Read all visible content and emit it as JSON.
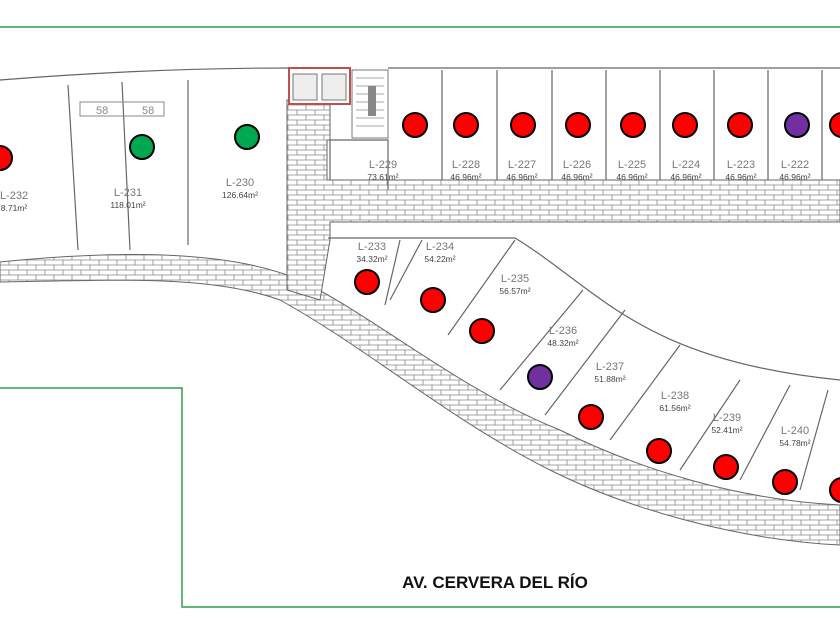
{
  "plan": {
    "street_name": "AV. CERVERA DEL RÍO",
    "parking_numbers": [
      "58",
      "58"
    ],
    "status_colors": {
      "sold": "#ff0000",
      "available": "#00a84f",
      "reserved": "#7030a0"
    },
    "border_color": "#2e9e4e",
    "units": [
      {
        "label": "L-232",
        "area": "8.71m²",
        "status": "sold"
      },
      {
        "label": "L-231",
        "area": "118.01m²",
        "status": "available"
      },
      {
        "label": "L-230",
        "area": "126.64m²",
        "status": "available"
      },
      {
        "label": "L-229",
        "area": "73.61m²",
        "status": "sold"
      },
      {
        "label": "L-228",
        "area": "46.96m²",
        "status": "sold"
      },
      {
        "label": "L-227",
        "area": "46.96m²",
        "status": "sold"
      },
      {
        "label": "L-226",
        "area": "46.96m²",
        "status": "sold"
      },
      {
        "label": "L-225",
        "area": "46.96m²",
        "status": "sold"
      },
      {
        "label": "L-224",
        "area": "46.96m²",
        "status": "sold"
      },
      {
        "label": "L-223",
        "area": "46.96m²",
        "status": "sold"
      },
      {
        "label": "L-222",
        "area": "46.96m²",
        "status": "reserved"
      },
      {
        "label": "L-233",
        "area": "34.32m²",
        "status": "sold"
      },
      {
        "label": "L-234",
        "area": "54.22m²",
        "status": "sold"
      },
      {
        "label": "L-235",
        "area": "56.57m²",
        "status": "sold"
      },
      {
        "label": "L-236",
        "area": "48.32m²",
        "status": "reserved"
      },
      {
        "label": "L-237",
        "area": "51.88m²",
        "status": "sold"
      },
      {
        "label": "L-238",
        "area": "61.56m²",
        "status": "sold"
      },
      {
        "label": "L-239",
        "area": "52.41m²",
        "status": "sold"
      },
      {
        "label": "L-240",
        "area": "54.78m²",
        "status": "sold"
      }
    ],
    "partial_units": [
      {
        "status": "sold"
      },
      {
        "status": "sold"
      }
    ]
  }
}
